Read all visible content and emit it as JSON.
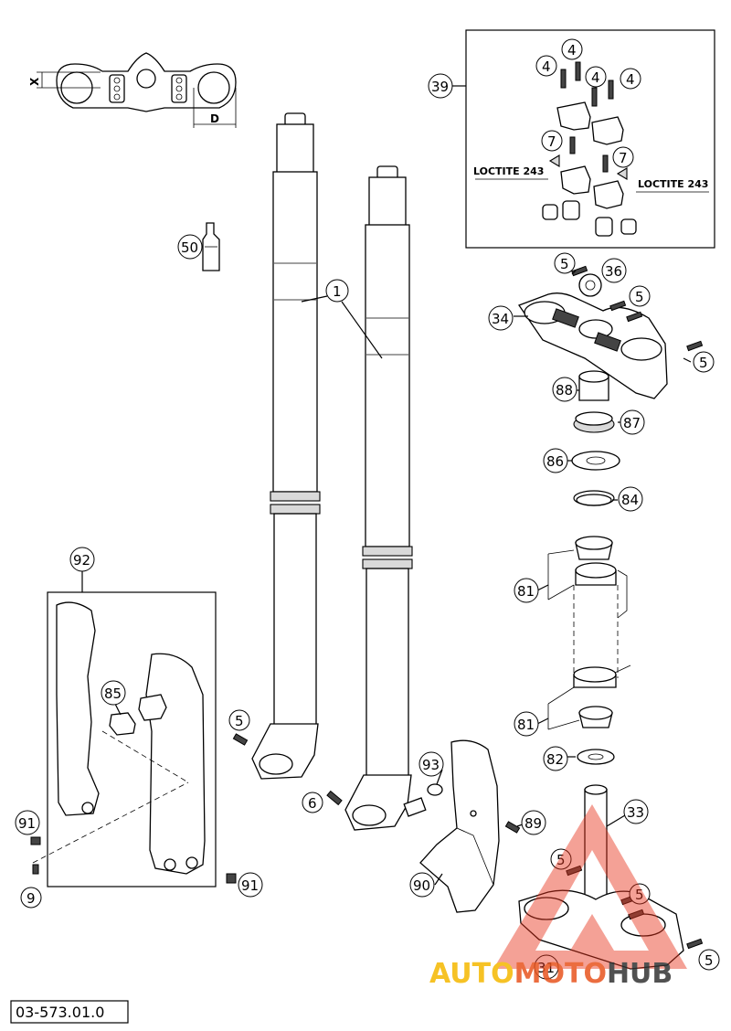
{
  "diagram": {
    "doc_number": "03-573.01.0",
    "dimension_labels": {
      "x": "X",
      "d": "D"
    },
    "loctite_label": "LOCTITE 243",
    "callouts": [
      "1",
      "4",
      "4",
      "4",
      "4",
      "7",
      "7",
      "39",
      "50",
      "5",
      "36",
      "5",
      "34",
      "5",
      "88",
      "87",
      "86",
      "84",
      "81",
      "81",
      "82",
      "33",
      "5",
      "5",
      "5",
      "31",
      "85",
      "92",
      "91",
      "9",
      "91",
      "5",
      "6",
      "93",
      "89",
      "90"
    ]
  },
  "watermark": {
    "text_auto": "AUTO",
    "text_moto": "MOTO",
    "text_hub": "HUB",
    "color_auto": "#f5b800",
    "color_moto": "#e8541e",
    "color_hub": "#333333",
    "logo_color": "#e8341e"
  }
}
